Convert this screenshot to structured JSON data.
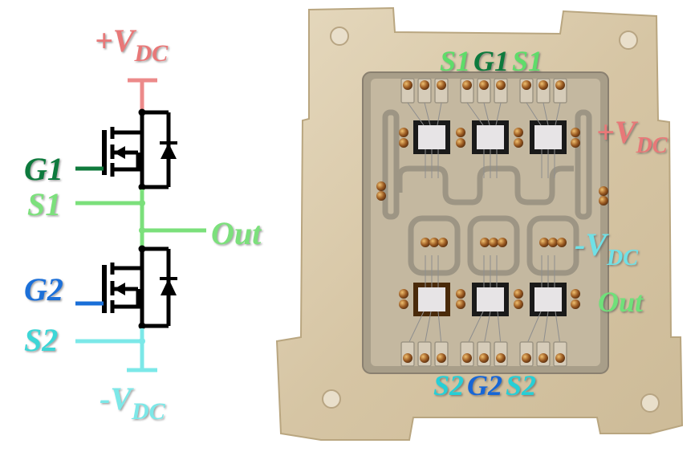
{
  "schematic": {
    "labels": {
      "vdc_pos": {
        "sign": "+",
        "main": "V",
        "sub": "DC"
      },
      "vdc_neg": {
        "sign": "-",
        "main": "V",
        "sub": "DC"
      },
      "g1": "G1",
      "s1": "S1",
      "out": "Out",
      "g2": "G2",
      "s2": "S2"
    },
    "colors": {
      "vdc_pos": "#e87878",
      "g1": "#0f7a3c",
      "s1": "#7be07b",
      "out": "#7be07b",
      "g2": "#1a6fd8",
      "s2": "#5ce0e0",
      "vdc_neg": "#7ce8e8",
      "device": "#000000"
    }
  },
  "photo": {
    "labels": {
      "top_pins": [
        "S1",
        "G1",
        "S1"
      ],
      "bottom_pins": [
        "S2",
        "G2",
        "S2"
      ],
      "vdc_pos": {
        "sign": "+",
        "main": "V",
        "sub": "DC"
      },
      "vdc_neg": {
        "sign": "-",
        "main": "V",
        "sub": "DC"
      },
      "out": "Out"
    },
    "colors": {
      "s1": "#5fdc6a",
      "g1": "#0f7a3c",
      "s2": "#27cfd6",
      "g2": "#1466d6",
      "vdc_pos": "#e87878",
      "vdc_neg": "#6fe0e6",
      "out": "#6fe07a",
      "housing": "#d9c9a8",
      "substrate": "#b7ab95",
      "copper": "#c9bca3",
      "die": "#e7e4e6",
      "pin": "#a8743a"
    }
  }
}
